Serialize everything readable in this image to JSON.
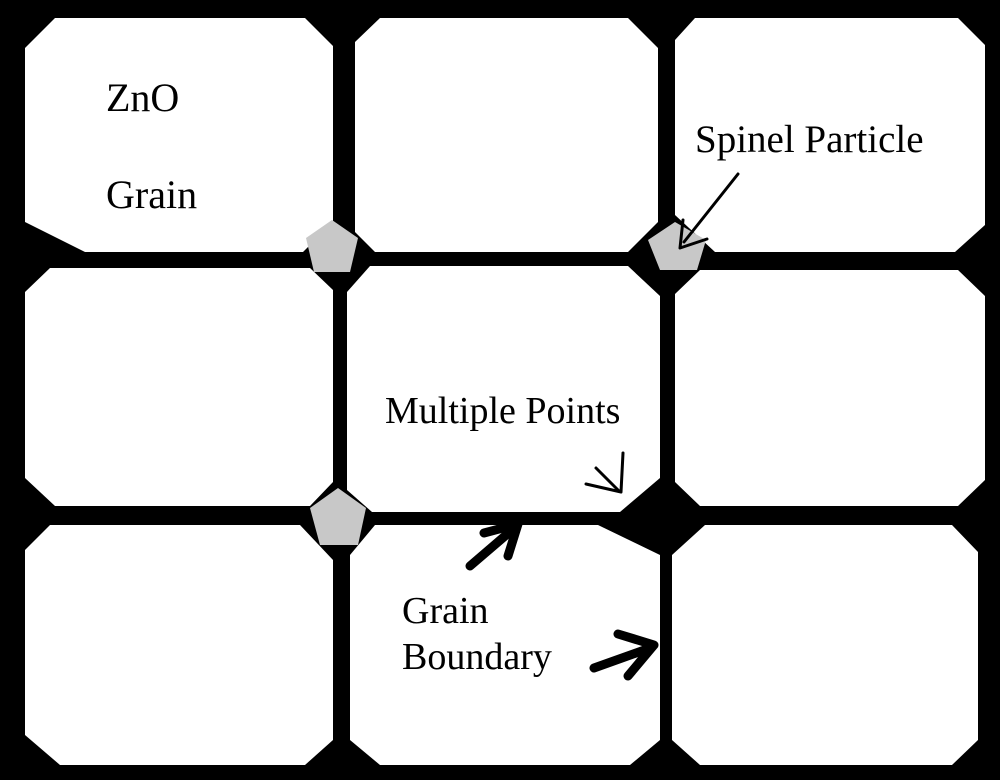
{
  "diagram": {
    "labels": {
      "zno": "ZnO",
      "grain": "Grain",
      "spinel_particle": "Spinel Particle",
      "multiple_points": "Multiple Points",
      "grain_boundary_line1": "Grain",
      "grain_boundary_line2": "Boundary"
    },
    "colors": {
      "background": "#000000",
      "grain_fill": "#ffffff",
      "spinel_fill": "#c8c8c8",
      "arrow": "#000000"
    },
    "icons": {
      "spinel_particle": "pentagon-shape",
      "pointer": "arrow-icon"
    }
  }
}
